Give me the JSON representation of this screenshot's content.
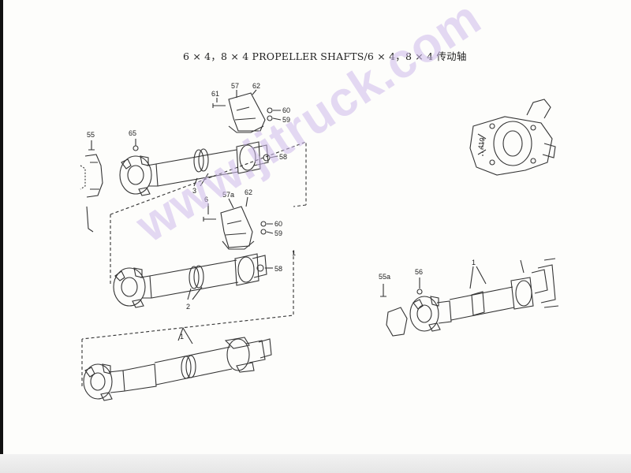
{
  "title": "6 × 4，8 × 4 PROPELLER SHAFTS/6 × 4，8 × 4 传动轴",
  "watermark": "www.jitruck.com",
  "callouts": {
    "c55": "55",
    "c65": "65",
    "c61": "61",
    "c57": "57",
    "c62a": "62",
    "c60a": "60",
    "c59a": "59",
    "c58a": "58",
    "c3": "3",
    "c6": "6",
    "c57a": "57a",
    "c62b": "62",
    "c60b": "60",
    "c59b": "59",
    "c58b": "58",
    "c2": "2",
    "c1a": "1",
    "c1b": "1",
    "c55a": "55a",
    "c56": "56",
    "cY": "1",
    "c410": "410"
  }
}
